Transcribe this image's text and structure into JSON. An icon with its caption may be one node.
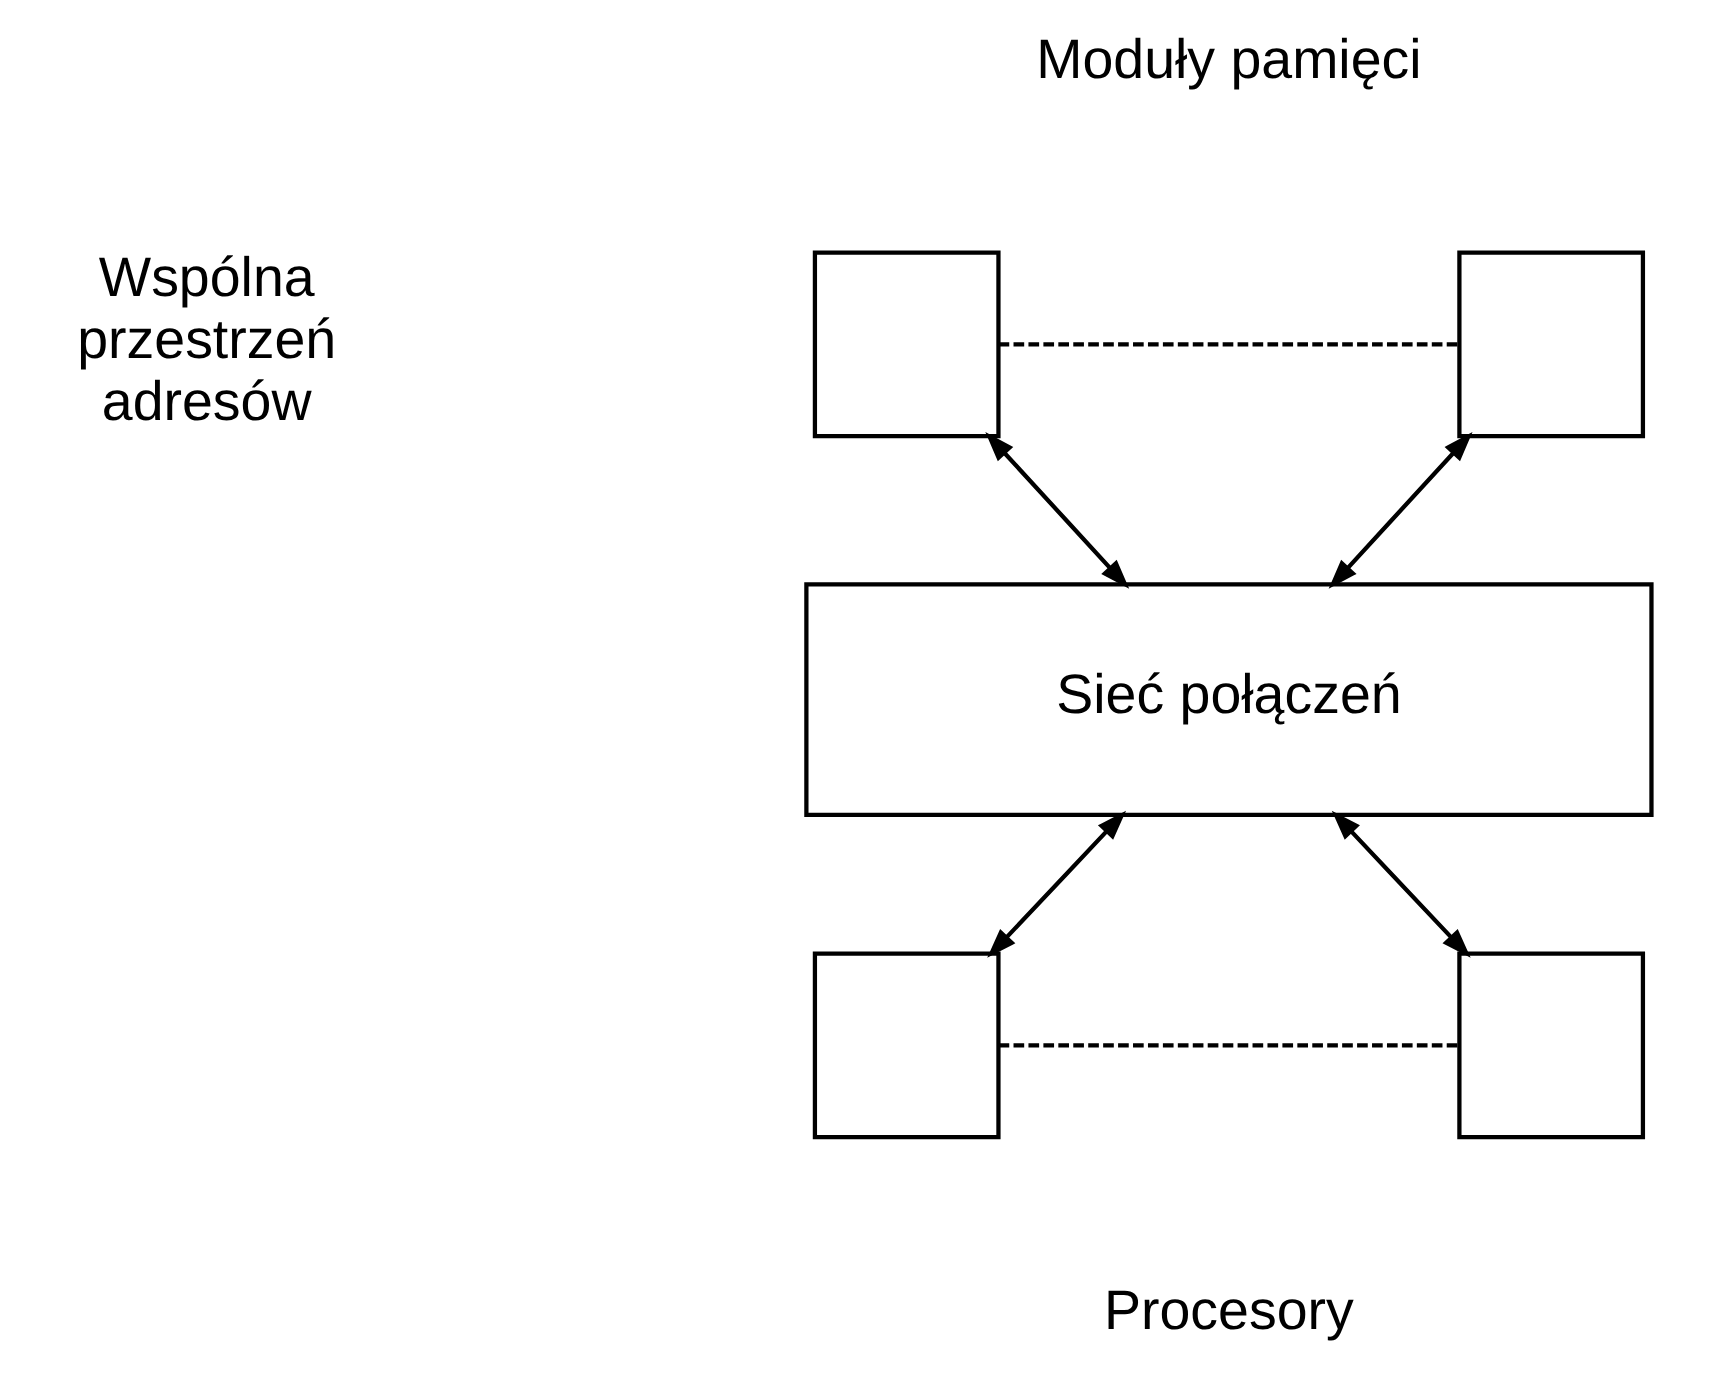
{
  "diagram": {
    "nodes": [
      {
        "text": [],
        "shape": "box"
      },
      {
        "text": [],
        "shape": "box"
      },
      {
        "text": [
          "Sieć połączeń"
        ]
      },
      {
        "text": [],
        "shape": "box"
      },
      {
        "text": [],
        "shape": "box"
      }
    ],
    "edges": [
      {
        "from": 0,
        "to": 1,
        "arrow": "none",
        "style": "dashed"
      },
      {
        "from": 0,
        "to": 2,
        "arrow": "both"
      },
      {
        "from": 1,
        "to": 2,
        "arrow": "both"
      },
      {
        "from": 2,
        "to": 3,
        "arrow": "both"
      },
      {
        "from": 2,
        "to": 4,
        "arrow": "both"
      },
      {
        "from": 3,
        "to": 4,
        "arrow": "none",
        "style": "dashed"
      }
    ],
    "labels": [
      "Moduły pamięci",
      "Wspólna przestrzeń adresów",
      "Procesory"
    ]
  }
}
